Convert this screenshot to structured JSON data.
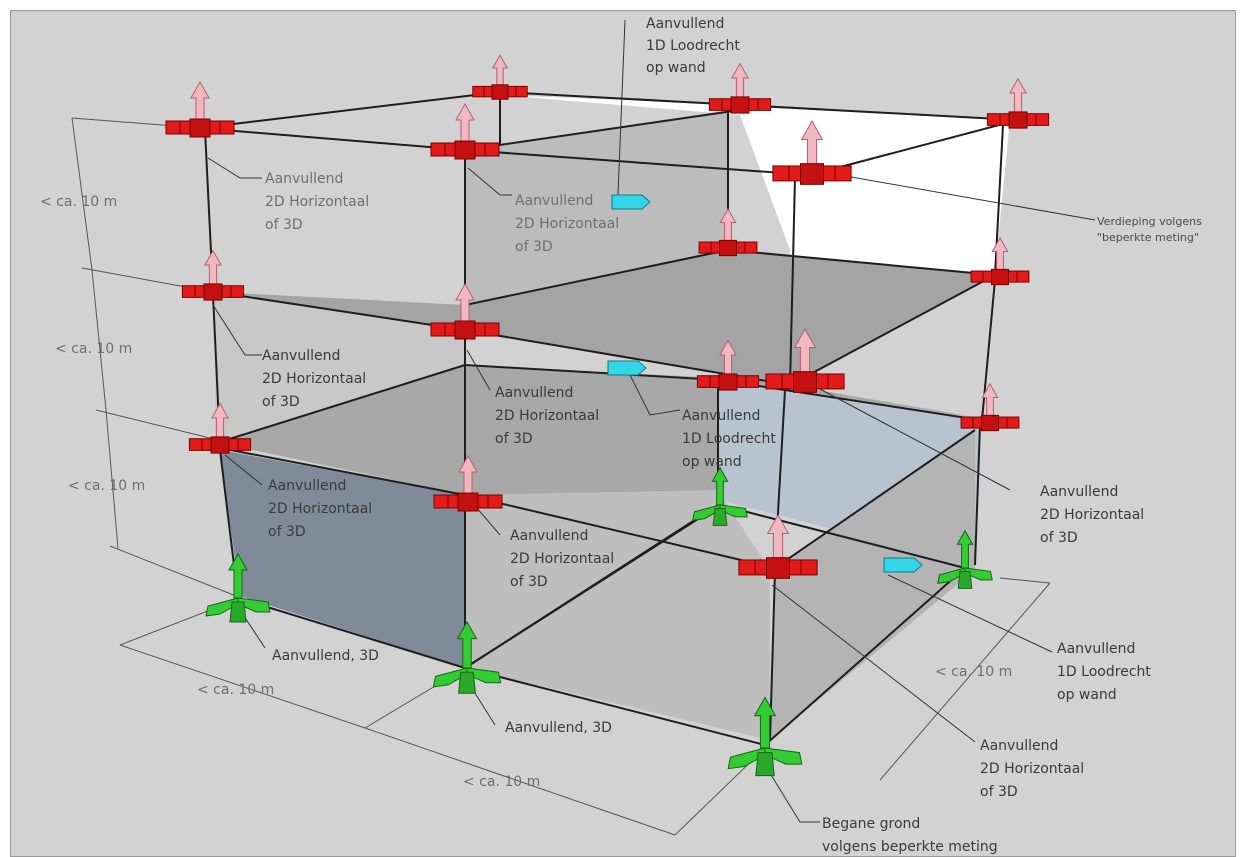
{
  "colors": {
    "background": "#d2d2d2",
    "floor_plane": "#a4a4a4",
    "wall_plane": "#bdbdbd",
    "top_white": "#ffffff",
    "ground_plane": "#7f8b99",
    "glass_plane": "#b7c3cf",
    "red_marker": "#e31a1a",
    "pink_arrow": "#f3b7c0",
    "green_marker": "#33cc33",
    "cyan_marker": "#33d6e6",
    "line": "#1e1e1e",
    "dim_line": "#555555"
  },
  "icons": {
    "red_point": "red-3d-cross-with-pink-up-arrow",
    "green_point": "green-3d-axes-tripod",
    "cyan_point": "cyan-perpendicular-arrow"
  },
  "labels": {
    "a1": [
      "Aanvullend",
      "1D Loodrecht",
      "op wand"
    ],
    "b1": [
      "Aanvullend",
      "2D Horizontaal",
      "of 3D"
    ],
    "b2": [
      "Aanvullend",
      "2D Horizontaal",
      "of 3D"
    ],
    "b3": [
      "Aanvullend",
      "2D Horizontaal",
      "of 3D"
    ],
    "b4": [
      "Aanvullend",
      "2D Horizontaal",
      "of 3D"
    ],
    "b5": [
      "Aanvullend",
      "2D Horizontaal",
      "of 3D"
    ],
    "b6": [
      "Aanvullend",
      "2D Horizontaal",
      "of 3D"
    ],
    "b7": [
      "Aanvullend",
      "2D Horizontaal",
      "of 3D"
    ],
    "b8": [
      "Aanvullend",
      "2D Horizontaal",
      "of 3D"
    ],
    "c1": [
      "Aanvullend",
      "1D Loodrecht",
      "op wand"
    ],
    "c2": [
      "Aanvullend",
      "1D Loodrecht",
      "op wand"
    ],
    "g1": [
      "Aanvullend, 3D"
    ],
    "g2": [
      "Aanvullend, 3D"
    ],
    "ground": [
      "Begane grond",
      "volgens beperkte meting"
    ],
    "floor_note": [
      "Verdieping volgens",
      "\"beperkte meting\""
    ]
  },
  "dimensions": {
    "d1": "< ca. 10 m",
    "d2": "< ca. 10 m",
    "d3": "< ca. 10 m",
    "d4": "< ca. 10 m",
    "d5": "< ca. 10 m",
    "d6": "< ca. 10 m"
  }
}
